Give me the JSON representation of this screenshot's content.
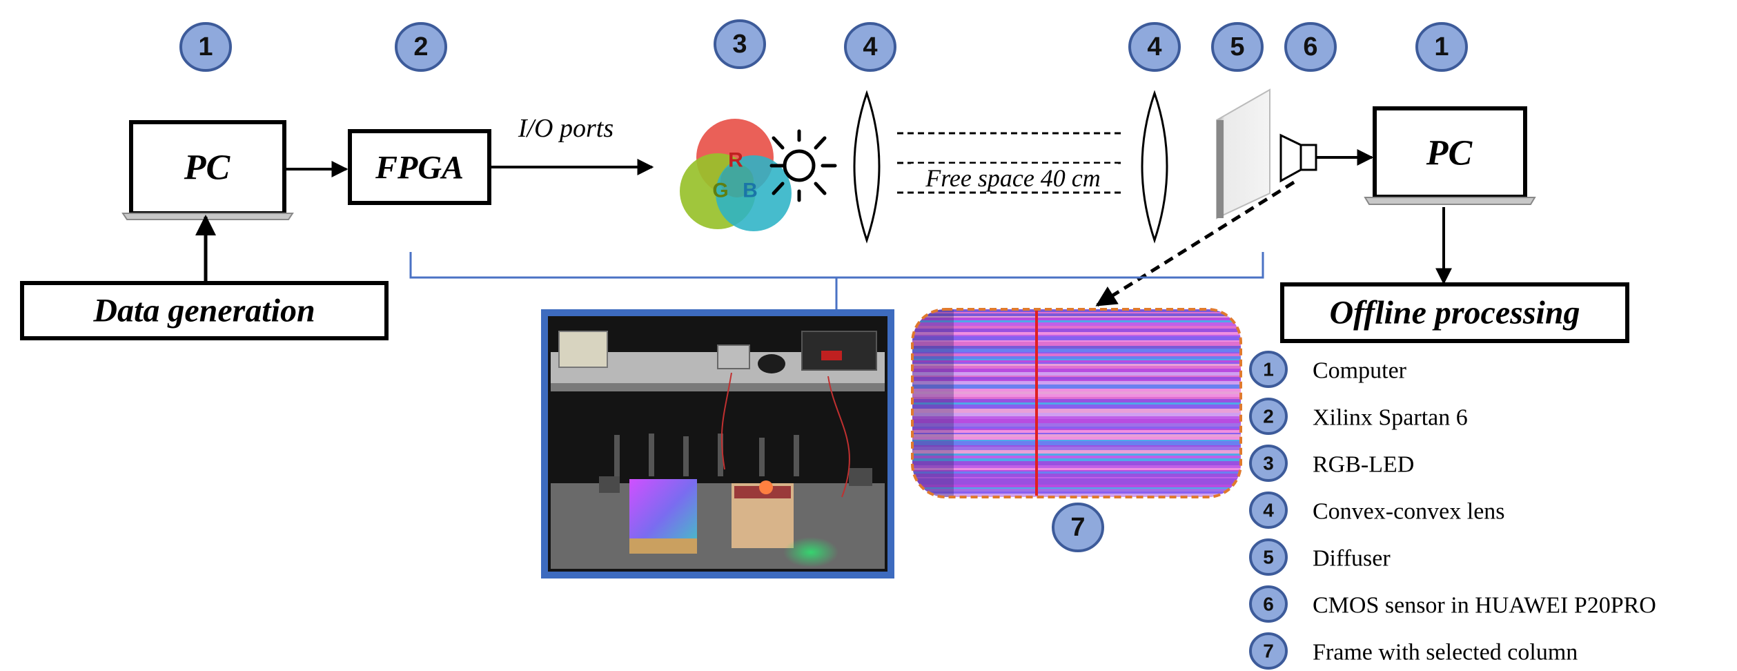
{
  "numbers": {
    "pc_left": "1",
    "fpga": "2",
    "rgb_led": "3",
    "lens_left": "4",
    "lens_right": "4",
    "diffuser": "5",
    "cmos": "6",
    "pc_right": "1",
    "frame": "7"
  },
  "labels": {
    "pc_left": "PC",
    "fpga": "FPGA",
    "io_ports": "I/O ports",
    "free_space": "Free space 40 cm",
    "pc_right": "PC",
    "data_generation": "Data generation",
    "offline_processing": "Offline processing",
    "led_r": "R",
    "led_g": "G",
    "led_b": "B"
  },
  "legend": [
    {
      "num": "1",
      "text": "Computer"
    },
    {
      "num": "2",
      "text": "Xilinx Spartan 6"
    },
    {
      "num": "3",
      "text": "RGB-LED"
    },
    {
      "num": "4",
      "text": "Convex-convex lens"
    },
    {
      "num": "5",
      "text": "Diffuser"
    },
    {
      "num": "6",
      "text": "CMOS sensor in HUAWEI P20PRO"
    },
    {
      "num": "7",
      "text": "Frame with selected column"
    }
  ],
  "colors": {
    "circle_fill": "#8fa9dc",
    "photo_border": "#3d6bbf",
    "frame_border": "#e07a2e",
    "bracket": "#4a72c4",
    "selected_column": "#e02020"
  }
}
